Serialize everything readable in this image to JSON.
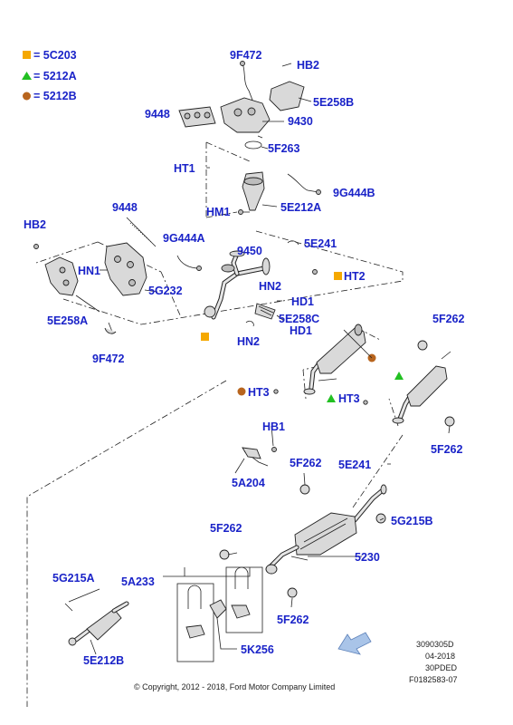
{
  "legend": [
    {
      "symbol": "square",
      "color": "#f5a800",
      "text": "= 5C203"
    },
    {
      "symbol": "triangle",
      "color": "#22c022",
      "text": "= 5212A"
    },
    {
      "symbol": "circle",
      "color": "#b8651e",
      "text": "= 5212B"
    }
  ],
  "labels": {
    "l_9f472_top": "9F472",
    "l_hb2_top": "HB2",
    "l_5e258b": "5E258B",
    "l_9448_top": "9448",
    "l_9430": "9430",
    "l_5f263": "5F263",
    "l_ht1": "HT1",
    "l_9g444b": "9G444B",
    "l_hm1": "HM1",
    "l_5e212a": "5E212A",
    "l_9448_mid": "9448",
    "l_hb2_left": "HB2",
    "l_9g444a": "9G444A",
    "l_9450": "9450",
    "l_5e241_top": "5E241",
    "l_hn1": "HN1",
    "l_ht2": "HT2",
    "l_5g232": "5G232",
    "l_hn2_a": "HN2",
    "l_hd1_a": "HD1",
    "l_5e258a": "5E258A",
    "l_5e258c": "5E258C",
    "l_hd1_b": "HD1",
    "l_hn2_b": "HN2",
    "l_9f472_bot": "9F472",
    "l_5f262_r1": "5F262",
    "l_ht3_a": "HT3",
    "l_ht3_b": "HT3",
    "l_5f262_r2": "5F262",
    "l_hb1": "HB1",
    "l_5f262_mid": "5F262",
    "l_5e241_mid": "5E241",
    "l_5a204": "5A204",
    "l_5g215b": "5G215B",
    "l_5f262_low": "5F262",
    "l_5230": "5230",
    "l_5g215a": "5G215A",
    "l_5a233": "5A233",
    "l_5f262_bot": "5F262",
    "l_5k256": "5K256",
    "l_5e212b": "5E212B"
  },
  "footer": {
    "code_1": "3090305D",
    "code_2": "04-2018",
    "code_3": "30PDED",
    "code_4": "F0182583-07",
    "copyright": "© Copyright, 2012 - 2018, Ford Motor Company Limited"
  },
  "colors": {
    "label": "#1a23c8",
    "arrow_fill": "#a9c4e8",
    "arrow_stroke": "#5a7fb8"
  }
}
